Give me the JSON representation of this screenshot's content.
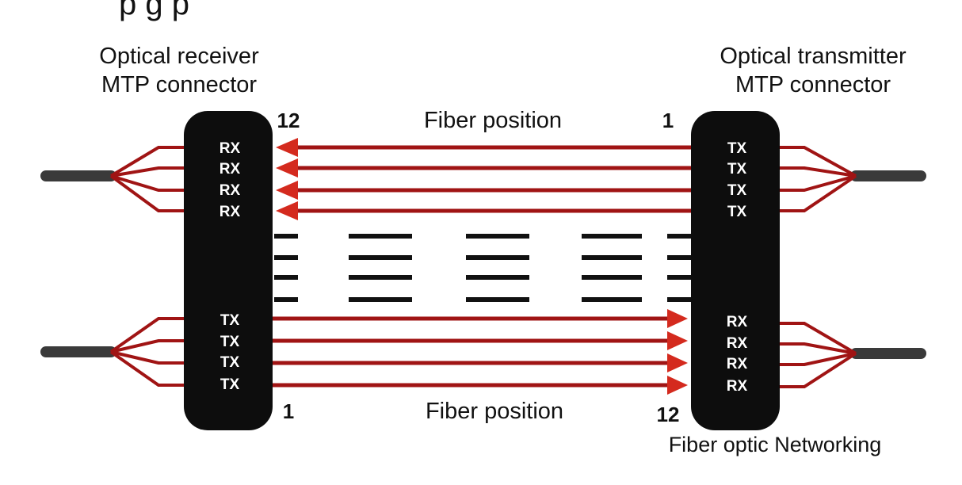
{
  "left": {
    "title_line1": "Optical receiver",
    "title_line2": "MTP connector",
    "top_ports": [
      "RX",
      "RX",
      "RX",
      "RX"
    ],
    "bottom_ports": [
      "TX",
      "TX",
      "TX",
      "TX"
    ]
  },
  "right": {
    "title_line1": "Optical transmitter",
    "title_line2": "MTP connector",
    "top_ports": [
      "TX",
      "TX",
      "TX",
      "TX"
    ],
    "bottom_ports": [
      "RX",
      "RX",
      "RX",
      "RX"
    ]
  },
  "top_link": {
    "label": "Fiber position",
    "left_number": "12",
    "right_number": "1"
  },
  "bottom_link": {
    "label": "Fiber position",
    "left_number": "1",
    "right_number": "12"
  },
  "brand": "Fiber optic Networking",
  "top_partial_text": "p                                                          g  p",
  "colors": {
    "fiber": "#a01414",
    "arrow": "#d42a1e",
    "connector": "#0d0d0d",
    "cable": "#3a3a3a"
  }
}
